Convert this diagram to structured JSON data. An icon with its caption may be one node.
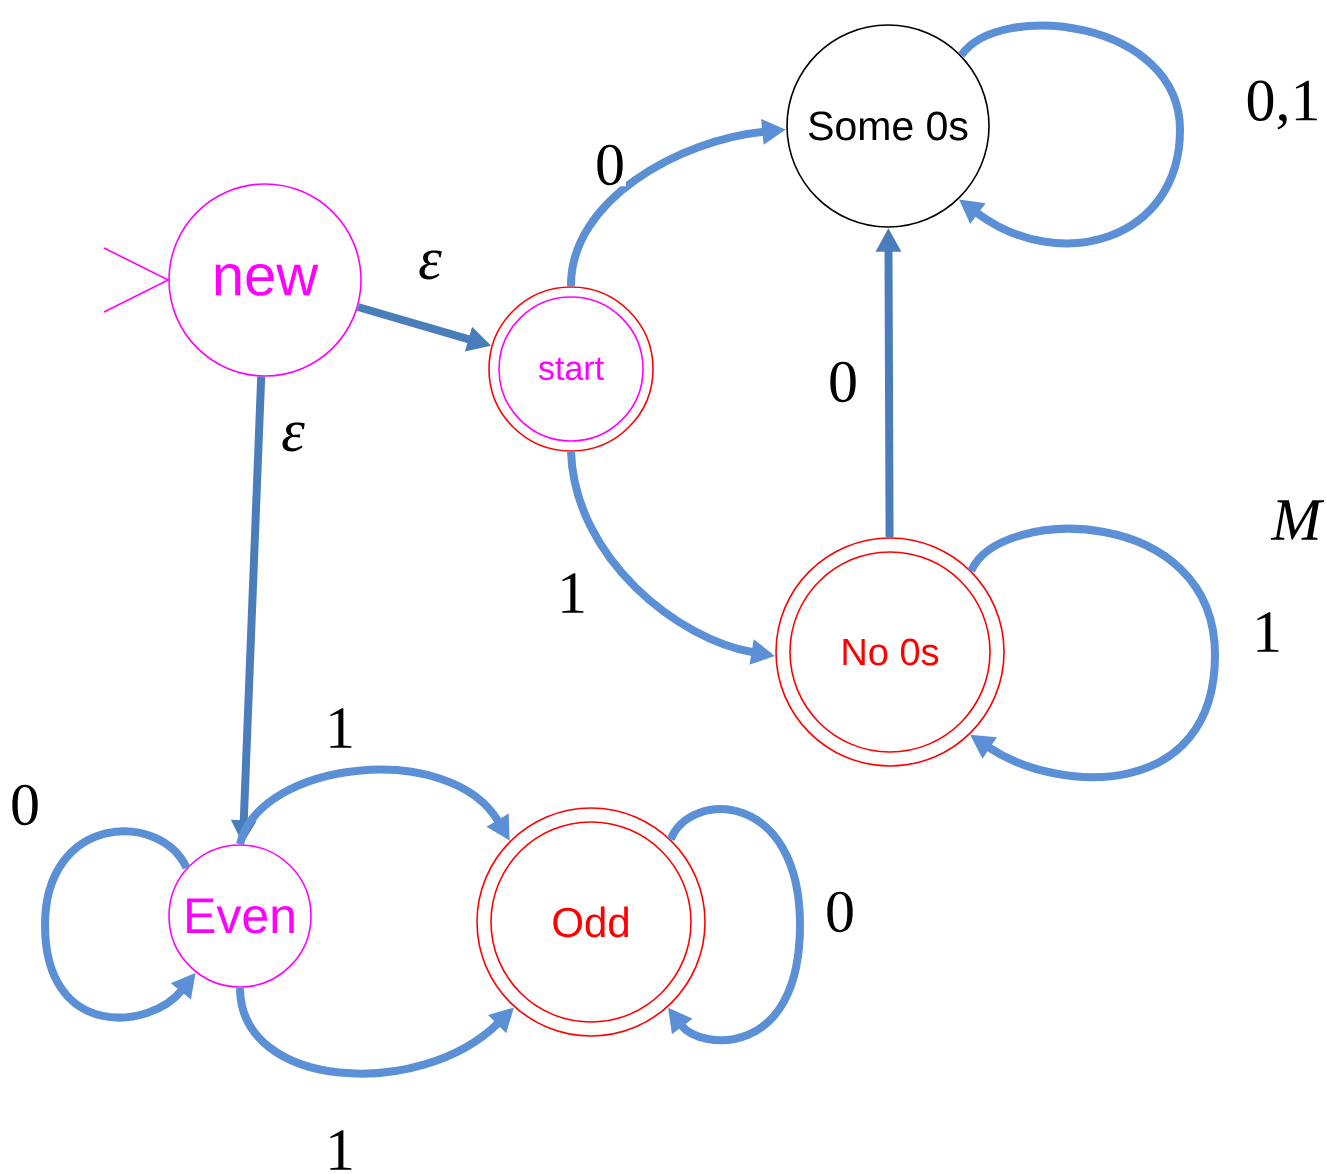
{
  "diagram": {
    "nodes": [
      {
        "text": [
          "new"
        ]
      },
      {
        "text": [
          "start"
        ]
      },
      {
        "text": [
          "Some 0s"
        ]
      },
      {
        "text": [
          "No 0s"
        ]
      },
      {
        "text": [
          "Even"
        ]
      },
      {
        "text": [
          "Odd"
        ]
      }
    ],
    "edges": [
      {
        "from": null,
        "to": 0,
        "arrow": "to",
        "color": "#ff00ff"
      },
      {
        "from": 0,
        "to": 1,
        "arrow": "to",
        "label": "ε",
        "color": "#4a7ebb"
      },
      {
        "from": 0,
        "to": 4,
        "arrow": "to",
        "label": "ε",
        "color": "#4a7ebb"
      },
      {
        "from": 1,
        "to": 2,
        "arrow": "to",
        "label": "0"
      },
      {
        "from": 1,
        "to": 3,
        "arrow": "to",
        "label": "1"
      },
      {
        "from": 3,
        "to": 2,
        "arrow": "to",
        "label": "0",
        "color": "#4a7ebb"
      },
      {
        "from": 2,
        "to": 2,
        "arrow": "to",
        "label": "0,1"
      },
      {
        "from": 3,
        "to": 3,
        "arrow": "to",
        "label": "1"
      },
      {
        "from": 4,
        "to": 4,
        "arrow": "to",
        "label": "0"
      },
      {
        "from": 4,
        "to": 5,
        "arrow": "to",
        "label": "1"
      },
      {
        "from": 4,
        "to": 5,
        "arrow": "to",
        "label": "1"
      },
      {
        "from": 5,
        "to": 5,
        "arrow": "to",
        "label": "0"
      }
    ],
    "labels": [
      "M"
    ]
  }
}
